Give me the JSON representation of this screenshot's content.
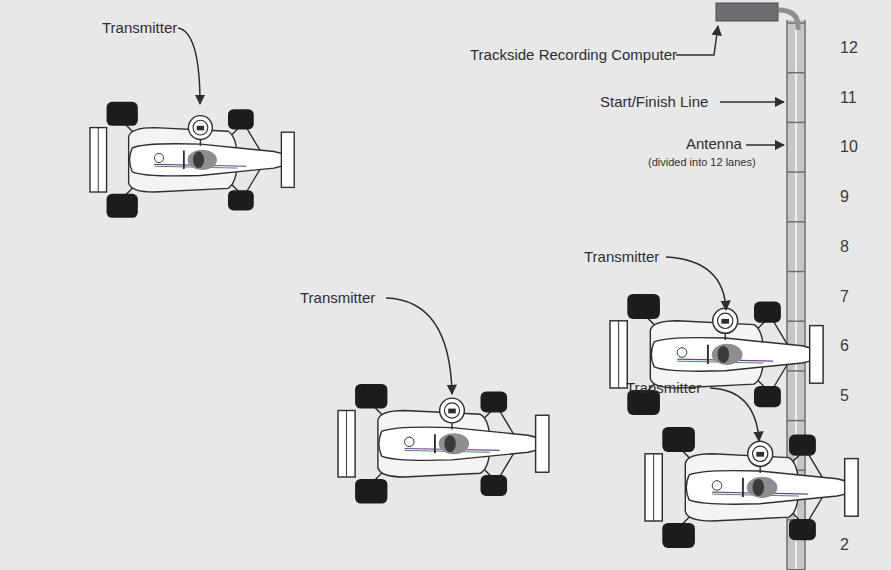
{
  "diagram": {
    "labels": [
      "Transmitter",
      "Trackside Recording Computer",
      "Start/Finish Line",
      "Antenna",
      "(divided into 12 lanes)",
      "Transmitter",
      "Transmitter",
      "Transmitter",
      "12",
      "11",
      "10",
      "9",
      "8",
      "7",
      "6",
      "5",
      "2"
    ]
  }
}
